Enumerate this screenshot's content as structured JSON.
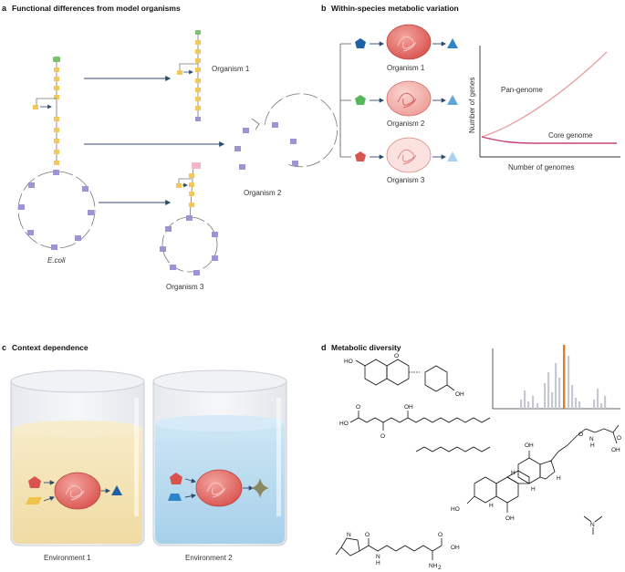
{
  "panel_a": {
    "letter": "a",
    "title": "Functional differences from model organisms",
    "ecoli_label": "E.coli",
    "organism1_label": "Organism 1",
    "organism2_label": "Organism 2",
    "organism3_label": "Organism 3"
  },
  "panel_b": {
    "letter": "b",
    "title": "Within-species metabolic variation",
    "organisms": [
      "Organism 1",
      "Organism 2",
      "Organism 3"
    ],
    "pan_label": "Pan-genome",
    "core_label": "Core genome",
    "xlabel": "Number of genomes",
    "ylabel": "Number of genes"
  },
  "panel_c": {
    "letter": "c",
    "title": "Context dependence",
    "env1_label": "Environment 1",
    "env2_label": "Environment 2"
  },
  "panel_d": {
    "letter": "d",
    "title": "Metabolic diversity",
    "chem": {
      "ho": "HO",
      "oh": "OH",
      "o": "O",
      "h": "H",
      "n": "N",
      "nh": "H",
      "nh2": "NH",
      "sub2": "2"
    }
  },
  "colors": {
    "arrow": "#2f4a6b",
    "gene_yellow": "#f3c85a",
    "gene_purple": "#9c95d2",
    "gene_green": "#7cc26e",
    "gene_pink": "#f5b6cc",
    "cell_red": "#e1645f",
    "pentagon_blue": "#1f5fa8",
    "pentagon_green": "#57b65a",
    "pentagon_red": "#d9534f",
    "triangle_blue": "#2e84c6",
    "pan_curve": "#e9a3a7",
    "core_curve": "#c8407a",
    "ms_peak": "#e07b2a",
    "ms_bars": "#c7c9d1"
  }
}
